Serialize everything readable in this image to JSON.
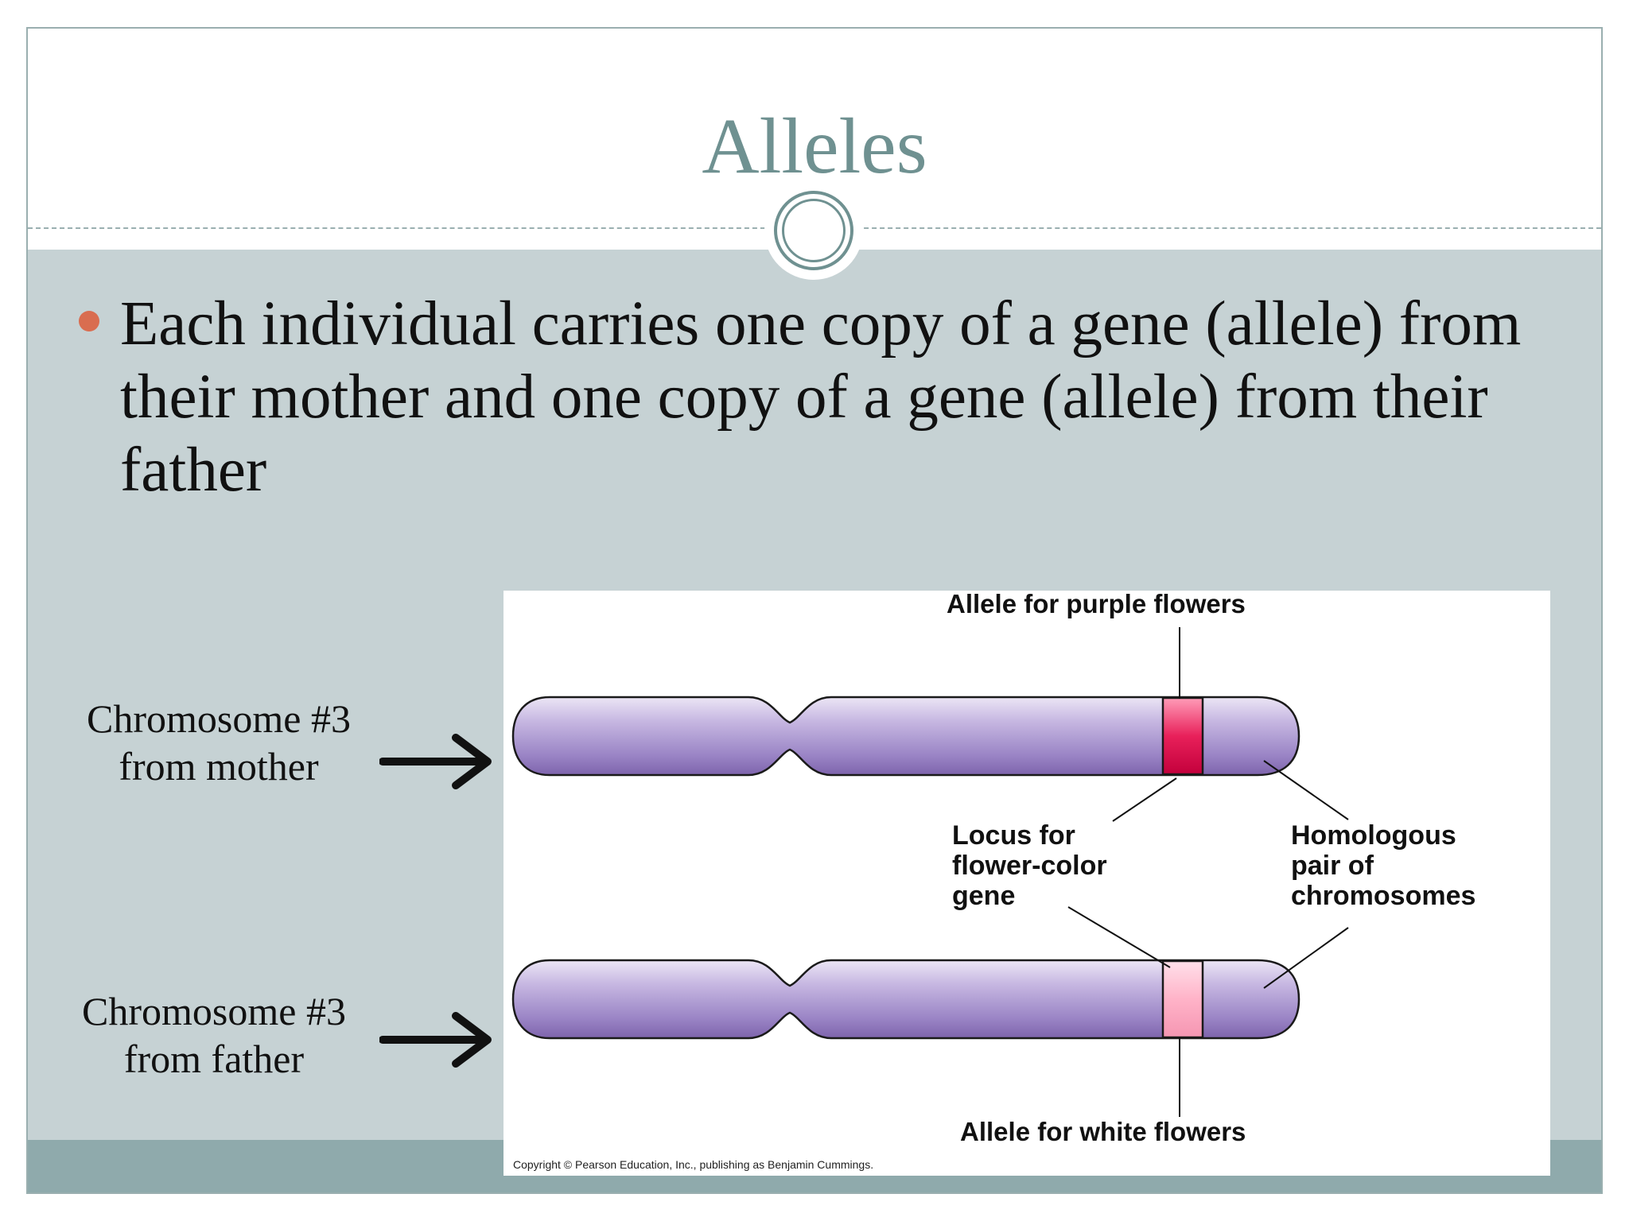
{
  "slide": {
    "title": "Alleles",
    "bullet": "Each individual carries one copy of a gene (allele) from their mother and one copy of a gene (allele) from their father",
    "colors": {
      "title": "#6f9191",
      "content_background": "#c6d2d4",
      "footer_band": "#8faaac",
      "bullet_dot": "#d96d50"
    }
  },
  "labels": {
    "mother_line1": "Chromosome #3",
    "mother_line2": "from mother",
    "father_line1": "Chromosome #3",
    "father_line2": "from father"
  },
  "figure": {
    "allele_purple": "Allele for purple flowers",
    "locus_line1": "Locus for",
    "locus_line2": "flower-color",
    "locus_line3": "gene",
    "homologous_line1": "Homologous",
    "homologous_line2": "pair of",
    "homologous_line3": "chromosomes",
    "allele_white": "Allele for white flowers",
    "copyright": "Copyright © Pearson Education, Inc., publishing as Benjamin Cummings.",
    "colors": {
      "chromosome": "#9b86c6",
      "purple_allele_band": "#e8205a",
      "white_allele_band": "#ffb3c8"
    }
  }
}
